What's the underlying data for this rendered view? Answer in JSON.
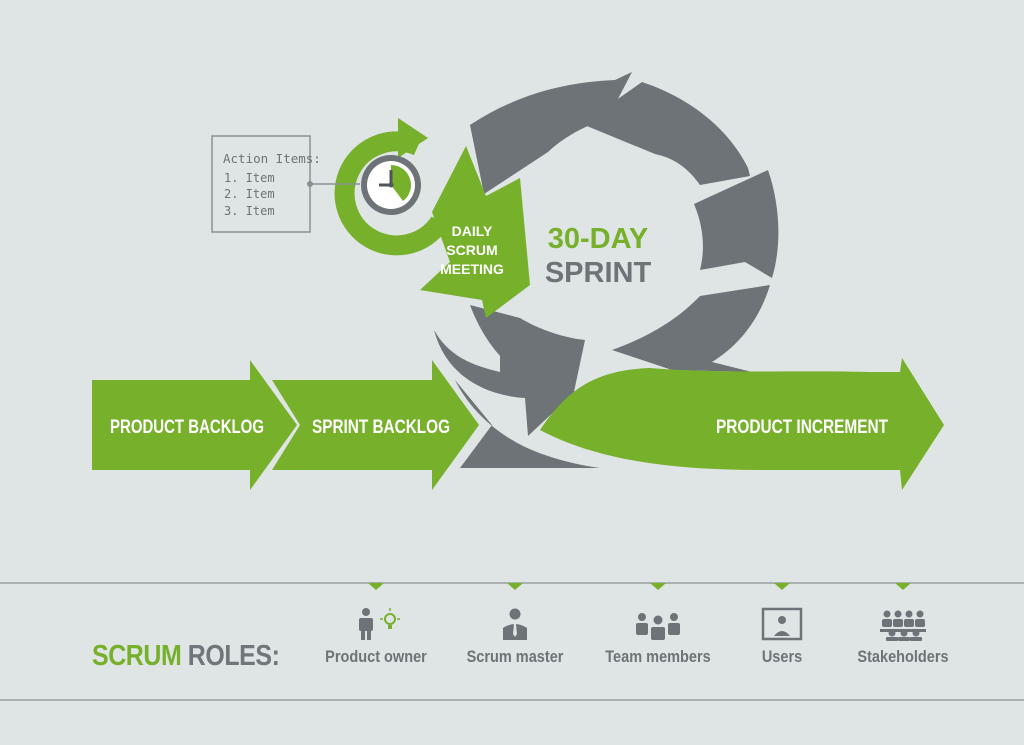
{
  "sprint_label": {
    "line1": "30-DAY",
    "line2": "SPRINT"
  },
  "daily_label": {
    "line1": "DAILY",
    "line2": "SCRUM",
    "line3": "MEETING"
  },
  "action_items": {
    "title": "Action Items:",
    "items": [
      "1. Item",
      "2. Item",
      "3. Item"
    ]
  },
  "arrows": {
    "product_backlog": "PRODUCT BACKLOG",
    "sprint_backlog": "SPRINT BACKLOG",
    "product_increment": "PRODUCT INCREMENT"
  },
  "roles": {
    "label_part1": "SCRUM",
    "label_part2": "ROLES:",
    "items": [
      "Product owner",
      "Scrum master",
      "Team members",
      "Users",
      "Stakeholders"
    ]
  },
  "colors": {
    "background": "#dfe4e5",
    "green": "#77b02a",
    "gray": "#6d7376",
    "line": "#9aa0a2"
  },
  "icons": {
    "clock": "clock-icon",
    "product_owner": "person-with-lightbulb-icon",
    "scrum_master": "person-with-tie-icon",
    "team_members": "group-of-people-icon",
    "users": "person-on-screen-icon",
    "stakeholders": "audience-icon"
  }
}
